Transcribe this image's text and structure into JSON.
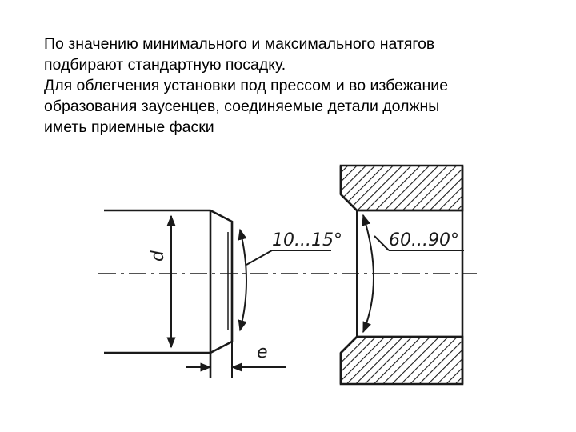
{
  "text": {
    "lines": [
      "По значению минимального и максимального натягов",
      "подбирают стандартную посадку.",
      "Для облегчения установки под прессом и во избежание",
      "образования заусенцев, соединяемые детали должны",
      "иметь приемные фаски"
    ]
  },
  "figure": {
    "shaft_dimension_label": "d",
    "shaft_angle_label": "10...15°",
    "chamfer_length_label": "e",
    "hole_angle_label": "60...90°"
  }
}
